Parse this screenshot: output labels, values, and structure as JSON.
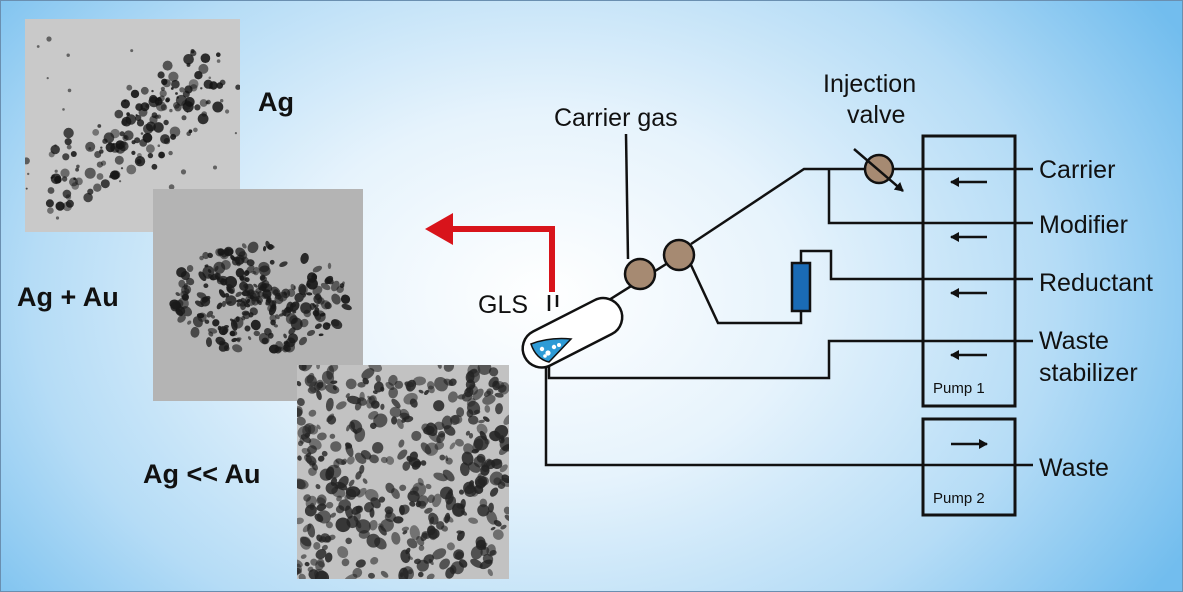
{
  "samples": {
    "ag": "Ag",
    "ag_au": "Ag + Au",
    "ag_ll_au": "Ag << Au"
  },
  "diagram": {
    "carrier_gas": "Carrier gas",
    "injection_valve_line1": "Injection",
    "injection_valve_line2": "valve",
    "gls": "GLS",
    "carrier": "Carrier",
    "modifier": "Modifier",
    "reductant": "Reductant",
    "waste_stabilizer_line1": "Waste",
    "waste_stabilizer_line2": "stabilizer",
    "waste": "Waste",
    "pump1": "Pump 1",
    "pump2": "Pump 2"
  },
  "colors": {
    "arrow_red": "#d8141b",
    "valve_fill": "#a68a72",
    "reductant_fill": "#1a6bb5",
    "liquid_fill": "#2e9bd6"
  }
}
